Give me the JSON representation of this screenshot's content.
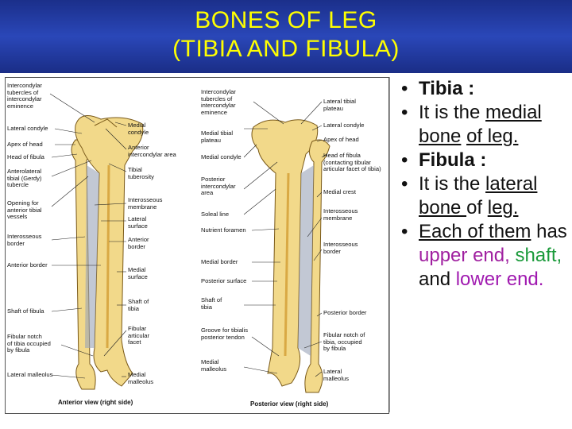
{
  "title": {
    "line1": "BONES OF LEG",
    "line2": "(TIBIA AND FIBULA)"
  },
  "figure": {
    "anterior_labels": [
      "Intercondylar\ntubercles of\nintercondylar\neminence",
      "Lateral condyle",
      "Apex of head",
      "Head of fibula",
      "Anterolateral\ntibial (Gerdy)\ntubercle",
      "Opening for\nanterior tibial\nvessels",
      "Interosseous\nborder",
      "Anterior border",
      "Shaft of fibula",
      "Fibular notch\nof tibia occupied\nby fibula",
      "Lateral malleolus"
    ],
    "anterior_right_labels": [
      "Medial\ncondyle",
      "Anterior\nintercondylar area",
      "Tibial\ntuberosity",
      "Interosseous\nmembrane",
      "Lateral\nsurface",
      "Anterior\nborder",
      "Medial\nsurface",
      "Shaft of\ntibia",
      "Fibular\narticular\nfacet",
      "Medial\nmalleolus"
    ],
    "posterior_left_labels": [
      "Intercondylar\ntubercles of\nintercondylar\neminence",
      "Medial tibial\nplateau",
      "Medial condyle",
      "Posterior\nintercondylar\narea",
      "Soleal line",
      "Nutrient foramen",
      "Medial border",
      "Posterior surface",
      "Shaft of\ntibia",
      "Groove for tibialis\nposterior tendon",
      "Medial\nmalleolus"
    ],
    "posterior_right_labels": [
      "Lateral tibial\nplateau",
      "Lateral condyle",
      "Apex of head",
      "Head of fibula\n(contacting tibular\narticular facet of tibia)",
      "Medial crest",
      "Interosseous\nmembrane",
      "Interosseous\nborder",
      "Posterior border",
      "Fibular notch of\ntibia, occupied\nby fibula",
      "Lateral\nmalleolus"
    ],
    "anterior_caption": "Anterior view (right side)",
    "posterior_caption": "Posterior view (right side)",
    "bone_color": "#f2d98a",
    "bone_shade": "#e0b54a"
  },
  "bullets": {
    "tibia_heading": "Tibia :",
    "tibia_text_1": "It is the ",
    "tibia_text_2": "medial bone",
    "tibia_text_3": "of leg.",
    "fibula_heading": "Fibula :",
    "fibula_text_1": "It is the ",
    "fibula_text_2": "lateral",
    "fibula_text_3": "bone ",
    "fibula_text_4": "of ",
    "fibula_text_5": "leg.",
    "each_text_1": "Each of them",
    "each_text_2": "has ",
    "each_text_3": "upper",
    "each_text_4": "end, ",
    "each_text_5": "shaft,",
    "each_text_6": "and ",
    "each_text_7": "lower end."
  }
}
